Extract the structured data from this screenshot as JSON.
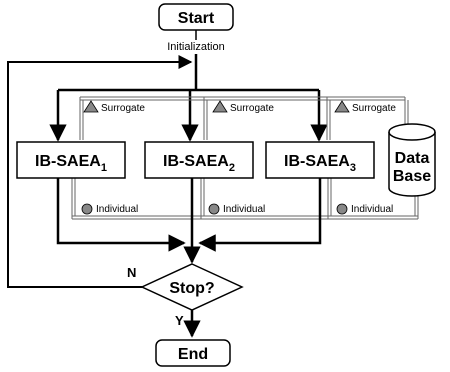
{
  "start_label": "Start",
  "init_label": "Initialization",
  "end_label": "End",
  "decision_label": "Stop?",
  "no_label": "N",
  "yes_label": "Y",
  "database_line1": "Data",
  "database_line2": "Base",
  "algorithms": [
    {
      "base": "IB-SAEA",
      "sub": "1",
      "surrogate": "Surrogate",
      "individual": "Individual"
    },
    {
      "base": "IB-SAEA",
      "sub": "2",
      "surrogate": "Surrogate",
      "individual": "Individual"
    },
    {
      "base": "IB-SAEA",
      "sub": "3",
      "surrogate": "Surrogate",
      "individual": "Individual"
    }
  ]
}
